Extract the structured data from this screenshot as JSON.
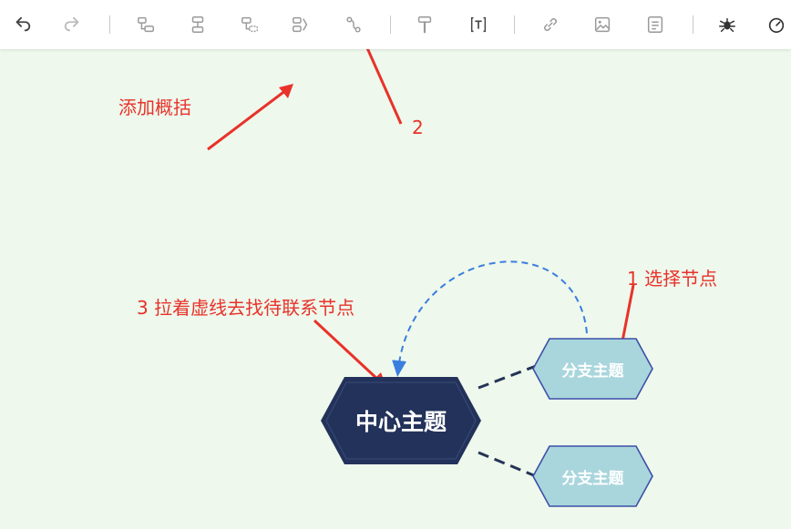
{
  "toolbar": {
    "icons": [
      "undo-icon",
      "redo-icon",
      "add-child-topic-icon",
      "add-sibling-topic-icon",
      "add-parent-topic-icon",
      "add-summary-icon",
      "add-relation-line-icon",
      "format-painter-icon",
      "insert-text-icon",
      "insert-link-icon",
      "insert-image-icon",
      "insert-note-icon",
      "bug-icon",
      "timer-icon"
    ]
  },
  "mindmap": {
    "center": {
      "label": "中心主题"
    },
    "branches": [
      {
        "label": "分支主题"
      },
      {
        "label": "分支主题"
      }
    ]
  },
  "annotations": {
    "add_summary": "添加概括",
    "step_2": "2",
    "step_1": "1 选择节点",
    "step_3": "3 拉着虚线去找待联系节点"
  },
  "colors": {
    "background": "#eef8ec",
    "center_fill": "#22325a",
    "branch_fill": "#a9d6dc",
    "branch_border": "#3e4fa8",
    "connector": "#233456",
    "relation_line": "#3a7ee0",
    "annotation": "#e8322a"
  }
}
